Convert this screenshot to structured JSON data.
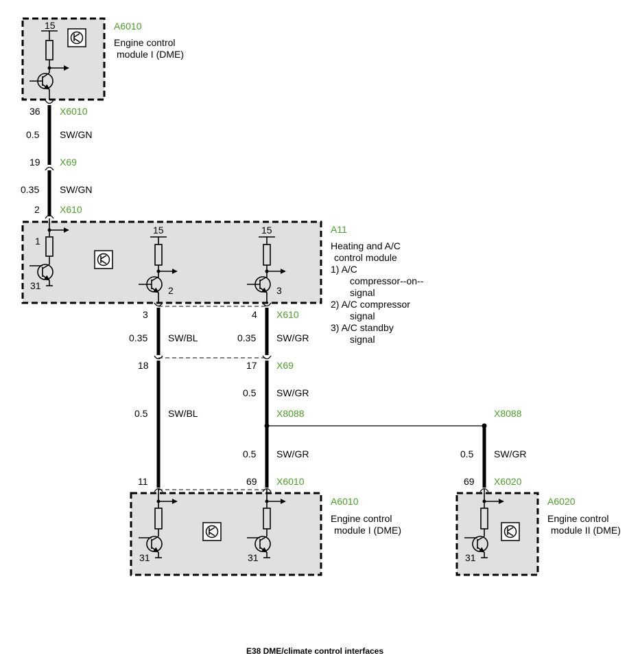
{
  "caption": "E38 DME/climate control interfaces",
  "colors": {
    "component_label": "#4f9a2e",
    "module_fill": "#e0e0e0",
    "wire": "#000000"
  },
  "components": {
    "a6010_top": {
      "id": "A6010",
      "name_line1": "Engine control",
      "name_line2": "module I (DME)",
      "pin_label": "15"
    },
    "a11": {
      "id": "A11",
      "name_line1": "Heating and A/C",
      "name_line2": "control module",
      "notes": [
        "1) A/C",
        "compressor--on--",
        "signal",
        "2) A/C compressor",
        "signal",
        "3) A/C standby",
        "signal"
      ],
      "pin_labels": [
        "1",
        "31",
        "15",
        "2",
        "15",
        "3"
      ]
    },
    "a6010_bottom": {
      "id": "A6010",
      "name_line1": "Engine control",
      "name_line2": "module I (DME)",
      "pin_labels": [
        "31",
        "31"
      ]
    },
    "a6020": {
      "id": "A6020",
      "name_line1": "Engine control",
      "name_line2": "module II (DME)",
      "pin_label": "31"
    }
  },
  "connectors": {
    "x6010_top": {
      "id": "X6010",
      "pin": "36"
    },
    "x69_left": {
      "id": "X69",
      "pin": "19"
    },
    "x610_left": {
      "id": "X610",
      "pin": "2"
    },
    "x610_right": {
      "id": "X610",
      "pin_left": "3",
      "pin_right": "4"
    },
    "x69_right": {
      "id": "X69",
      "pin_left": "18",
      "pin_right": "17"
    },
    "x8088_left": {
      "id": "X8088"
    },
    "x8088_right": {
      "id": "X8088"
    },
    "x6010_bottom": {
      "id": "X6010",
      "pin_left": "11",
      "pin_right": "69"
    },
    "x6020": {
      "id": "X6020",
      "pin": "69"
    }
  },
  "wires": {
    "w1": {
      "size": "0.5",
      "color": "SW/GN"
    },
    "w2": {
      "size": "0.35",
      "color": "SW/GN"
    },
    "w3": {
      "size": "0.35",
      "color": "SW/BL"
    },
    "w4": {
      "size": "0.35",
      "color": "SW/GR"
    },
    "w5": {
      "size": "0.5",
      "color": "SW/GR"
    },
    "w6": {
      "size": "0.5",
      "color": "SW/BL"
    },
    "w7": {
      "size": "0.5",
      "color": "SW/GR"
    },
    "w8": {
      "size": "0.5",
      "color": "SW/GR"
    }
  }
}
